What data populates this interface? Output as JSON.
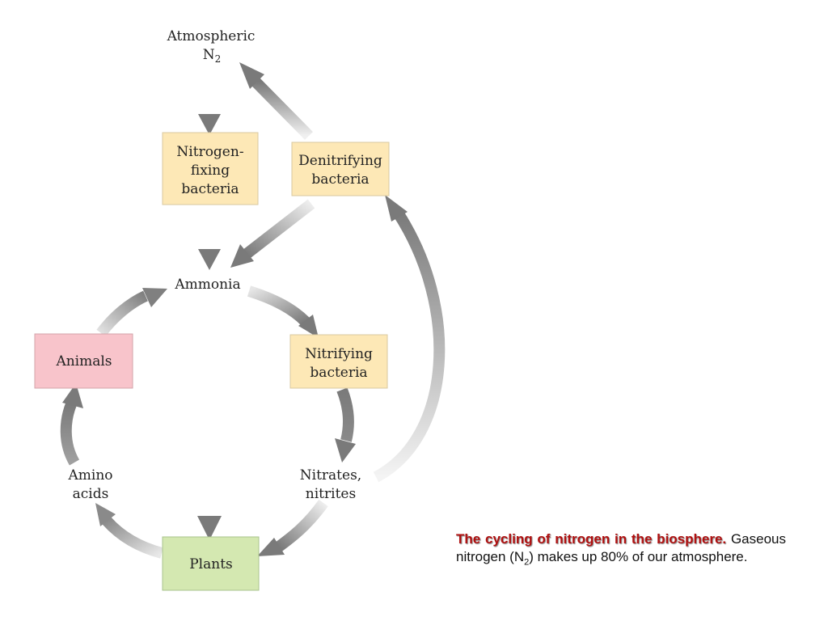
{
  "diagram": {
    "atmospheric": {
      "line1": "Atmospheric",
      "n": "N",
      "sub": "2"
    },
    "nitrogen_fixing": {
      "lines": [
        "Nitrogen-",
        "fixing",
        "bacteria"
      ]
    },
    "denitrifying": {
      "lines": [
        "Denitrifying",
        "bacteria"
      ]
    },
    "ammonia": "Ammonia",
    "animals": "Animals",
    "nitrifying": {
      "lines": [
        "Nitrifying",
        "bacteria"
      ]
    },
    "amino_acids": {
      "lines": [
        "Amino",
        "acids"
      ]
    },
    "nitrates": {
      "lines": [
        "Nitrates,",
        "nitrites"
      ]
    },
    "plants": "Plants"
  },
  "colors": {
    "bacteria_box": "#fde8b6",
    "animals_box": "#f8c4cb",
    "plants_box": "#d4e8b1",
    "arrow": "#8a8a8a",
    "caption_title": "#b01010"
  },
  "caption": {
    "title": "The cycling of nitrogen in the biosphere.",
    "text_before": "Gaseous nitrogen (N",
    "sub": "2",
    "text_after": ") makes up 80% of our atmosphere."
  }
}
